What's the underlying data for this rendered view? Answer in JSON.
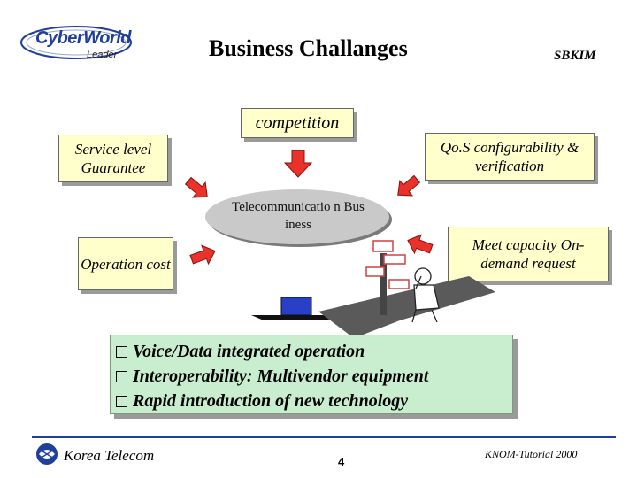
{
  "header": {
    "logo_main": "CyberWorld",
    "logo_sub": "Leader",
    "title": "Business Challanges",
    "author": "SBKIM"
  },
  "diagram": {
    "center": "Telecommunicatio n Business",
    "top": "competition",
    "left_top": "Service level Guarantee",
    "right_top": "Qo.S configurability & verification",
    "left_bottom": "Operation cost",
    "right_bottom": "Meet capacity On-demand request",
    "arrow_color": "#e8322a",
    "box_fill": "#ffffcc"
  },
  "bullets": [
    "Voice/Data integrated operation",
    "Interoperability: Multivendor equipment",
    "Rapid introduction of new technology"
  ],
  "footer": {
    "company": "Korea Telecom",
    "page_number": "4",
    "event": "KNOM-Tutorial 2000",
    "accent": "#1f3f9a"
  }
}
